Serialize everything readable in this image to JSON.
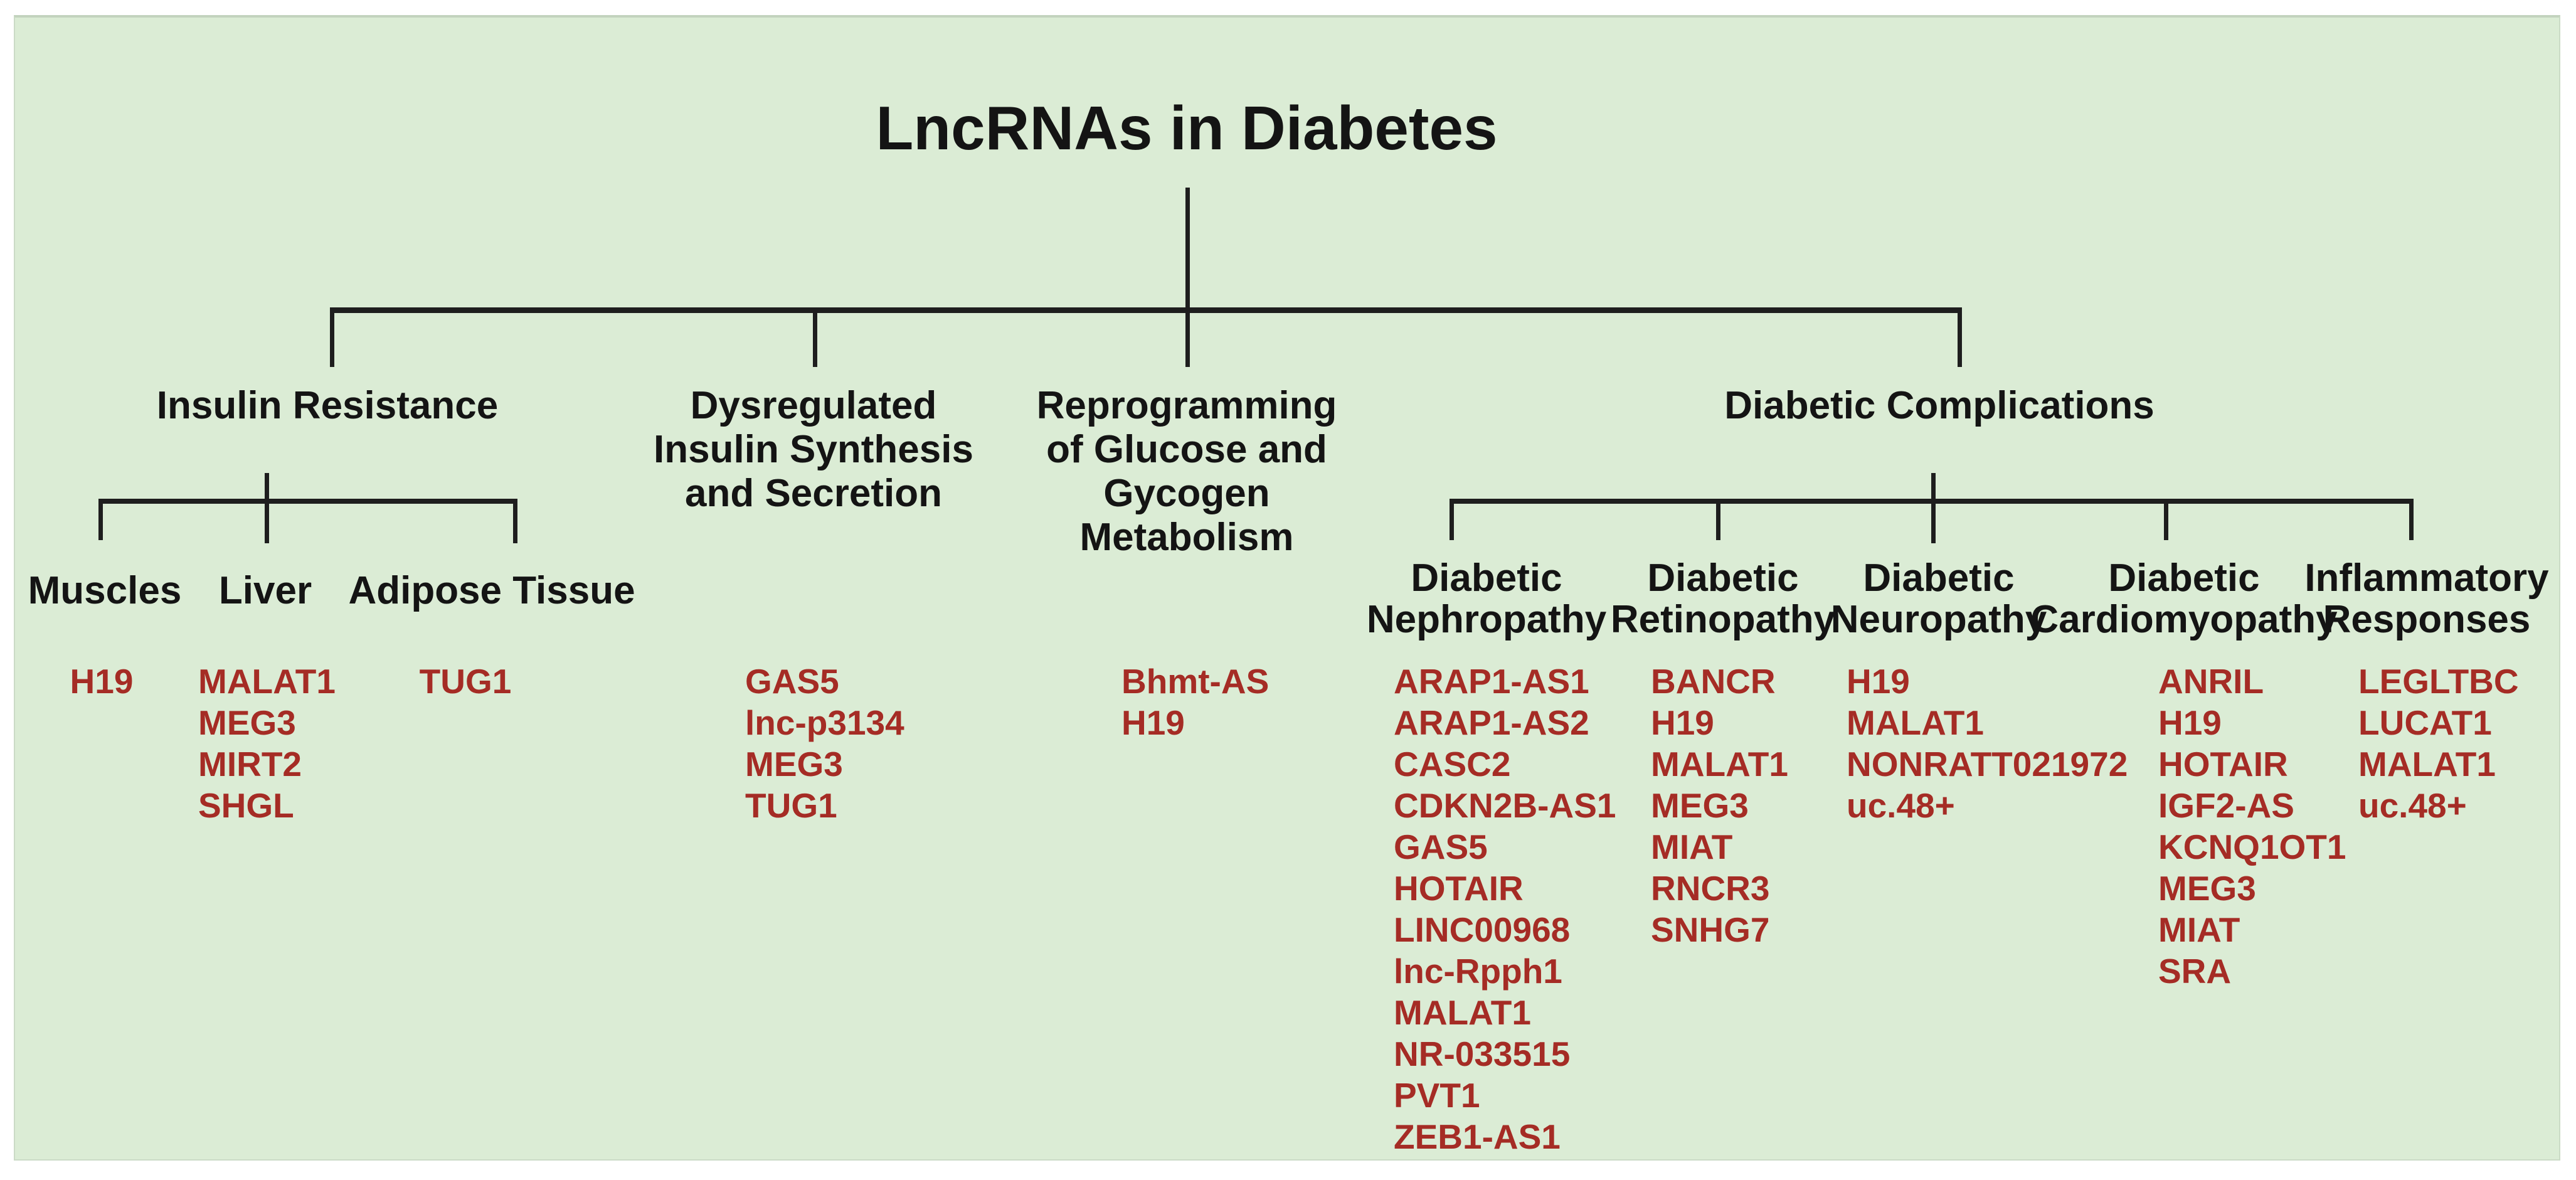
{
  "title": "LncRNAs in Diabetes",
  "colors": {
    "board_background": "#dbecd5",
    "connector_line": "#1e1e1e",
    "heading_text": "#141414",
    "gene_text": "#a52c25"
  },
  "tree": {
    "branches": [
      {
        "label": "Insulin Resistance",
        "children": [
          {
            "label": "Muscles",
            "genes": [
              "H19"
            ]
          },
          {
            "label": "Liver",
            "genes": [
              "MALAT1",
              "MEG3",
              "MIRT2",
              "SHGL"
            ]
          },
          {
            "label": "Adipose Tissue",
            "genes": [
              "TUG1"
            ]
          }
        ]
      },
      {
        "label": "Dysregulated\nInsulin Synthesis\nand Secretion",
        "genes": [
          "GAS5",
          "lnc-p3134",
          "MEG3",
          "TUG1"
        ]
      },
      {
        "label": "Reprogramming\nof Glucose and\nGycogen\nMetabolism",
        "genes": [
          "Bhmt-AS",
          "H19"
        ]
      },
      {
        "label": "Diabetic Complications",
        "children": [
          {
            "label": "Diabetic\nNephropathy",
            "genes": [
              "ARAP1-AS1",
              "ARAP1-AS2",
              "CASC2",
              "CDKN2B-AS1",
              "GAS5",
              "HOTAIR",
              "LINC00968",
              "lnc-Rpph1",
              "MALAT1",
              "NR-033515",
              "PVT1",
              "ZEB1-AS1"
            ]
          },
          {
            "label": "Diabetic\nRetinopathy",
            "genes": [
              "BANCR",
              "H19",
              "MALAT1",
              "MEG3",
              "MIAT",
              "RNCR3",
              "SNHG7"
            ]
          },
          {
            "label": "Diabetic\nNeuropathy",
            "genes": [
              "H19",
              "MALAT1",
              "NONRATT021972",
              "uc.48+"
            ]
          },
          {
            "label": "Diabetic\nCardiomyopathy",
            "genes": [
              "ANRIL",
              "H19",
              "HOTAIR",
              "IGF2-AS",
              "KCNQ1OT1",
              "MEG3",
              "MIAT",
              "SRA"
            ]
          },
          {
            "label": "Inflammatory\nResponses",
            "genes": [
              "LEGLTBC",
              "LUCAT1",
              "MALAT1",
              "uc.48+"
            ]
          }
        ]
      }
    ]
  }
}
